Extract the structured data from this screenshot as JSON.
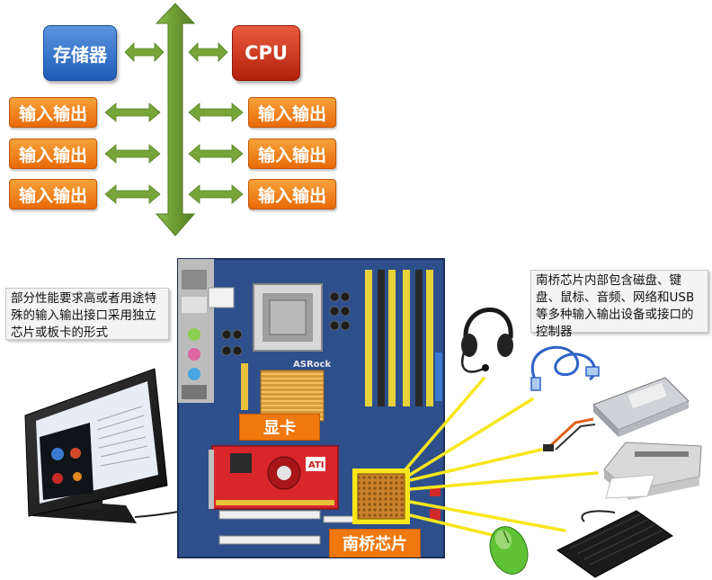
{
  "bus_diagram": {
    "storage_label": "存储器",
    "cpu_label": "CPU",
    "io_left": [
      "输入输出",
      "输入输出",
      "输入输出"
    ],
    "io_right": [
      "输入输出",
      "输入输出",
      "输入输出"
    ],
    "colors": {
      "arrow": "#77a53a",
      "io": "#f08a1c",
      "storage": "#2d6fcd",
      "cpu": "#cf2d18"
    }
  },
  "hardware": {
    "left_note": "部分性能要求高或者用途特殊的输入输出接口采用独立芯片或板卡的形式",
    "right_note": "南桥芯片内部包含磁盘、键盘、鼠标、音频、网络和USB等多种输入输出设备或接口的控制器",
    "graphics_card_label": "显卡",
    "southbridge_label": "南桥芯片",
    "board_brand": "ASRock",
    "gpu_card_brand": "ATI",
    "icons": [
      "monitor-icon",
      "motherboard-icon",
      "headset-icon",
      "network-cable-icon",
      "hard-disk-icon",
      "printer-icon",
      "keyboard-icon",
      "mouse-icon"
    ],
    "colors": {
      "connector": "#f7e61c",
      "tag": "#f0780e",
      "board": "#2d4f8c"
    }
  }
}
